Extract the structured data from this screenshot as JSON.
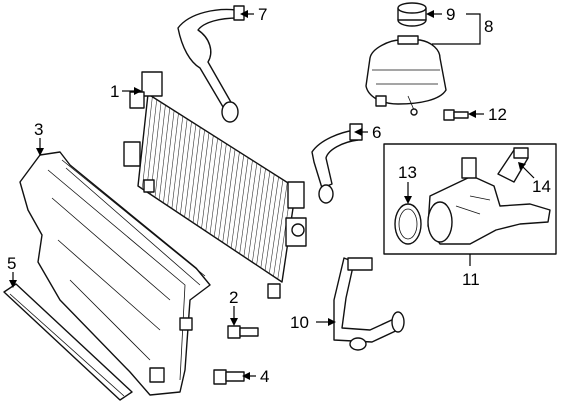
{
  "callouts": {
    "c1": "1",
    "c2": "2",
    "c3": "3",
    "c4": "4",
    "c5": "5",
    "c6": "6",
    "c7": "7",
    "c8": "8",
    "c9": "9",
    "c10": "10",
    "c11": "11",
    "c12": "12",
    "c13": "13",
    "c14": "14"
  },
  "icons": {
    "radiator": "radiator-core-drawing",
    "fan_shroud": "fan-shroud-drawing",
    "seal_strip": "air-seal-strip-drawing",
    "upper_hose": "upper-hose-drawing",
    "coolant_hose": "coolant-hose-drawing",
    "reservoir": "coolant-reservoir-drawing",
    "cap": "reservoir-cap-drawing",
    "thermostat": "thermostat-housing-drawing",
    "gasket": "o-ring-gasket-drawing",
    "sensor": "temperature-sensor-drawing",
    "bolt": "bolt-drawing",
    "lower_hose": "lower-hose-drawing"
  },
  "colors": {
    "ink": "#111111",
    "paper": "#ffffff"
  }
}
